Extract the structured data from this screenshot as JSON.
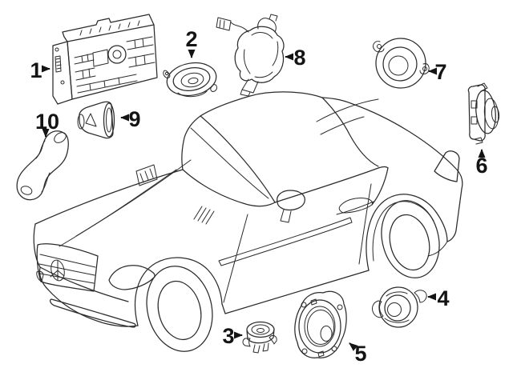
{
  "diagram": {
    "kind": "exploded-parts-line-illustration",
    "subject": "roadster-car-audio-speaker-components",
    "background_color": "#ffffff",
    "line_color": "#2b2b2b",
    "label_color": "#141414"
  },
  "callouts": [
    {
      "number": "1",
      "part": "radio-head-unit",
      "arrow_direction": "right"
    },
    {
      "number": "2",
      "part": "door-speaker",
      "arrow_direction": "down"
    },
    {
      "number": "3",
      "part": "tweeter-speaker",
      "arrow_direction": "right"
    },
    {
      "number": "4",
      "part": "bracket-speaker",
      "arrow_direction": "left"
    },
    {
      "number": "5",
      "part": "subwoofer-speaker-plate",
      "arrow_direction": "up-left"
    },
    {
      "number": "6",
      "part": "side-mount-speaker",
      "arrow_direction": "up"
    },
    {
      "number": "7",
      "part": "dash-speaker",
      "arrow_direction": "left"
    },
    {
      "number": "8",
      "part": "wiring-harness-module",
      "arrow_direction": "left"
    },
    {
      "number": "9",
      "part": "air-duct-adapter",
      "arrow_direction": "left"
    },
    {
      "number": "10",
      "part": "air-duct-hose",
      "arrow_direction": "down"
    }
  ]
}
